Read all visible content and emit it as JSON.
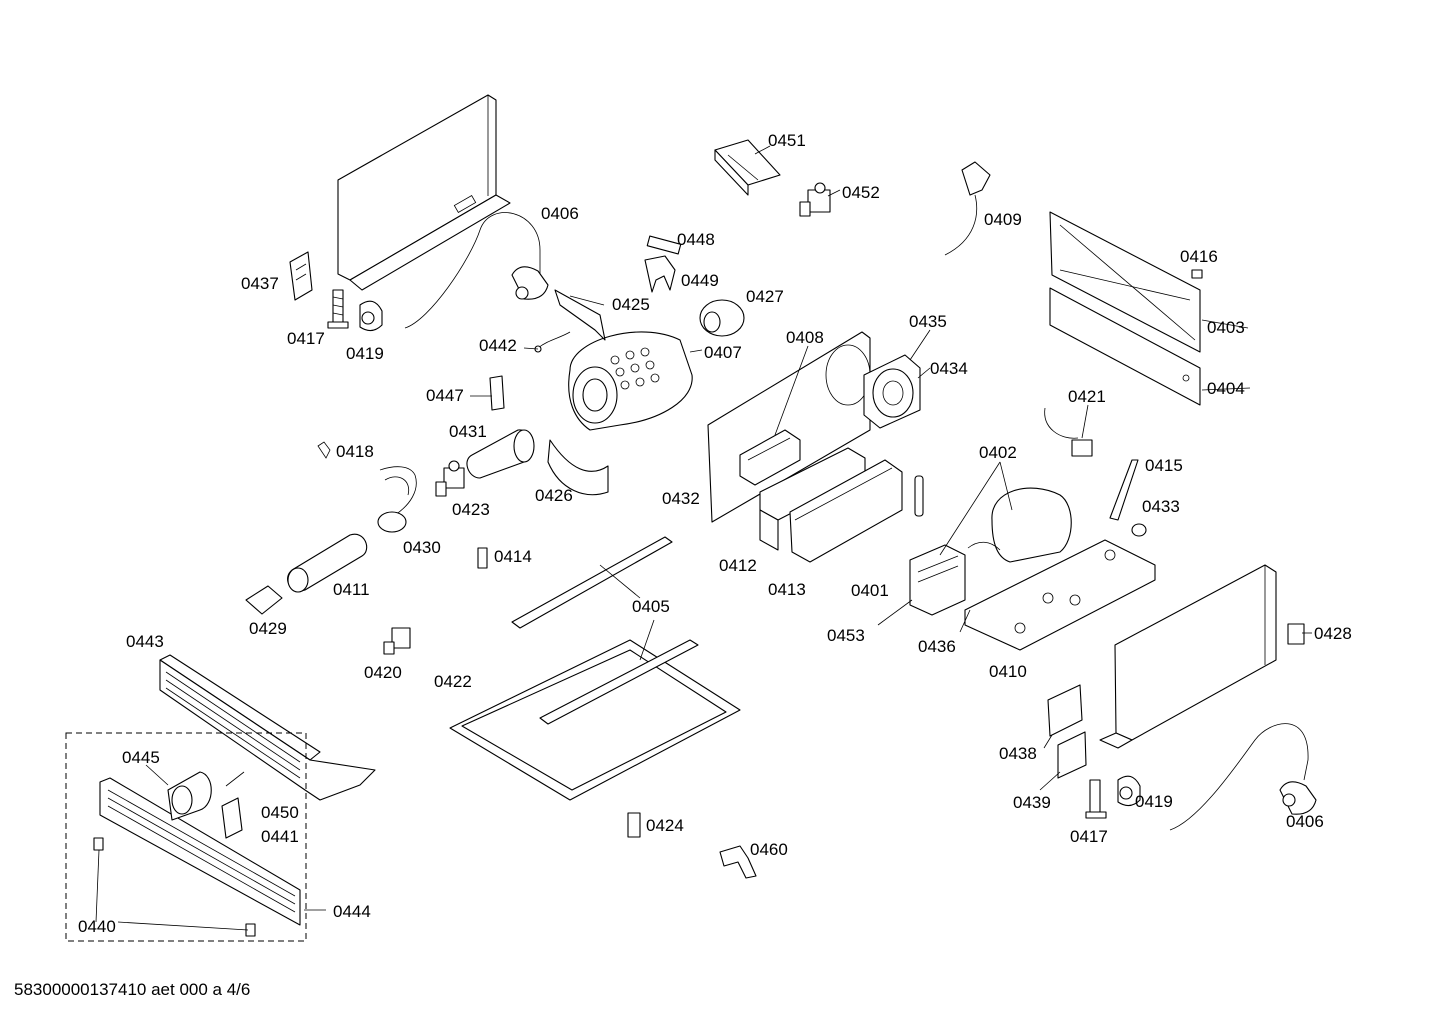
{
  "labels": {
    "p0451": "0451",
    "p0452": "0452",
    "p0406a": "0406",
    "p0409": "0409",
    "p0448": "0448",
    "p0449": "0449",
    "p0416": "0416",
    "p0437": "0437",
    "p0425": "0425",
    "p0427": "0427",
    "p0417a": "0417",
    "p0419a": "0419",
    "p0403": "0403",
    "p0435": "0435",
    "p0408": "0408",
    "p0442": "0442",
    "p0407": "0407",
    "p0434": "0434",
    "p0404": "0404",
    "p0447": "0447",
    "p0421": "0421",
    "p0431": "0431",
    "p0418": "0418",
    "p0402": "0402",
    "p0415": "0415",
    "p0423": "0423",
    "p0426": "0426",
    "p0432": "0432",
    "p0433": "0433",
    "p0430": "0430",
    "p0414": "0414",
    "p0412": "0412",
    "p0413": "0413",
    "p0401": "0401",
    "p0411": "0411",
    "p0405": "0405",
    "p0429": "0429",
    "p0453": "0453",
    "p0436": "0436",
    "p0428": "0428",
    "p0443": "0443",
    "p0420": "0420",
    "p0410": "0410",
    "p0422": "0422",
    "p0438": "0438",
    "p0445": "0445",
    "p0450": "0450",
    "p0419b": "0419",
    "p0441": "0441",
    "p0439": "0439",
    "p0406b": "0406",
    "p0424": "0424",
    "p0417b": "0417",
    "p0460": "0460",
    "p0444": "0444",
    "p0440": "0440"
  },
  "footer": "58300000137410 aet 000 a 4/6"
}
